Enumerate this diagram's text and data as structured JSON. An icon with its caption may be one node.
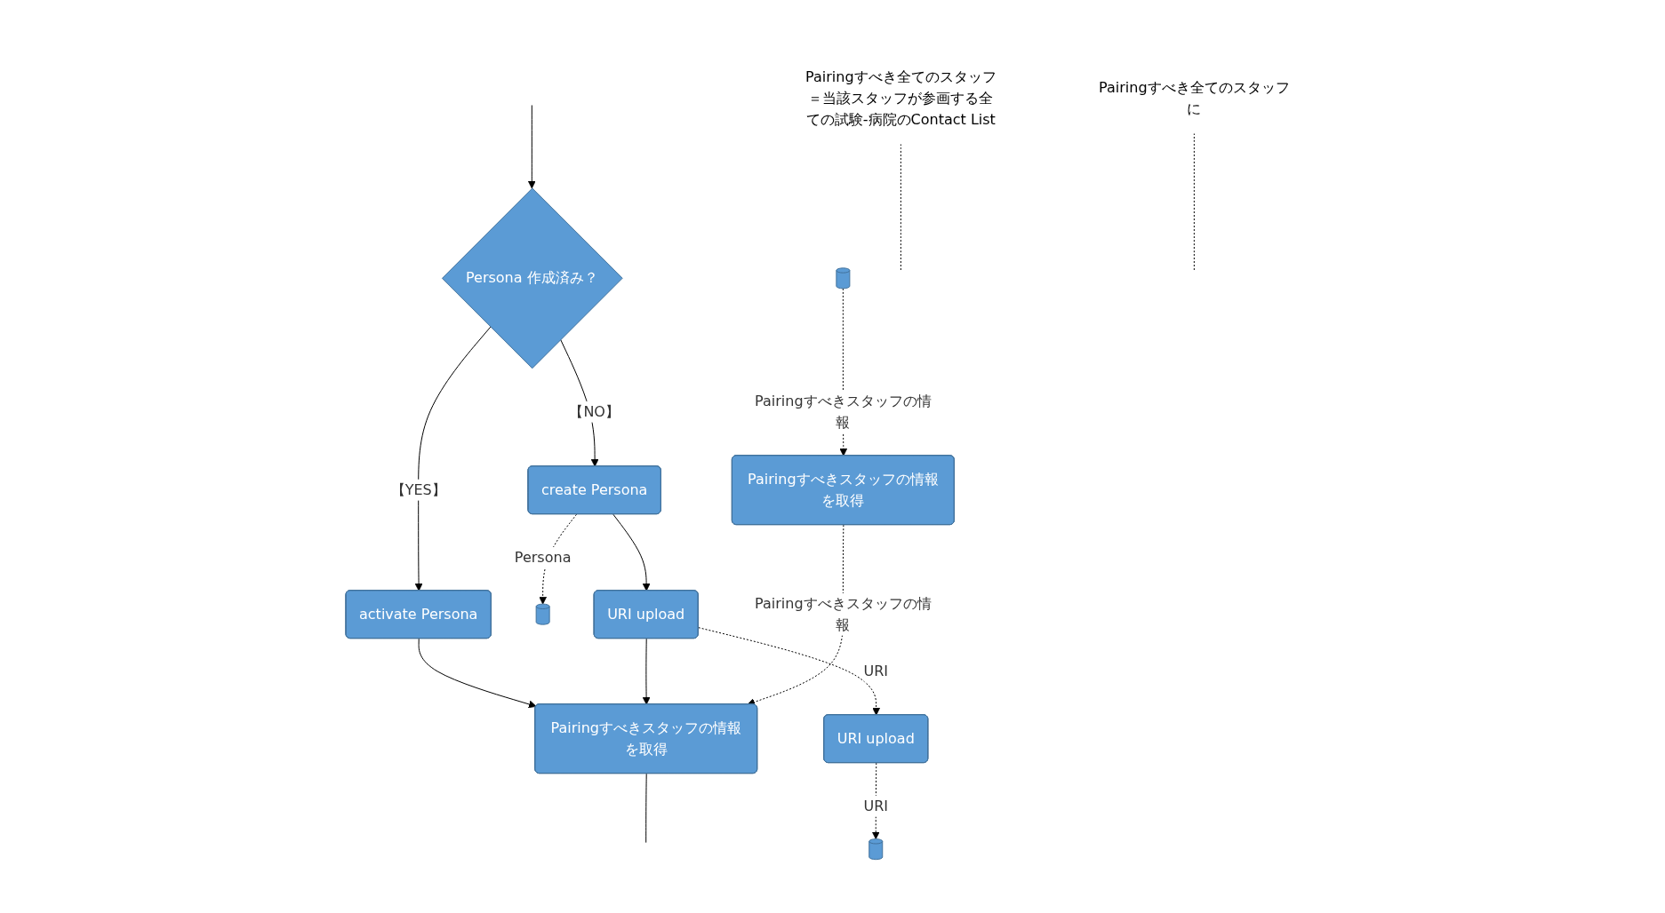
{
  "diagram": {
    "nodes": [
      {
        "text": [
          "Persona 作成済み？"
        ]
      },
      {
        "text": [
          "activate Persona"
        ]
      },
      {
        "text": [
          "create Persona"
        ]
      },
      {
        "text": [],
        "shape": "cylinder"
      },
      {
        "text": [
          "URI upload"
        ]
      },
      {
        "text": [
          "URI upload"
        ]
      },
      {
        "text": [],
        "shape": "cylinder"
      },
      {
        "text": [
          "Pairingすべきスタッフの情報を取得"
        ]
      },
      {
        "text": [
          "Pairingすべき全てのスタッフ＝当該スタッフが参画する全ての試験-病院のContact List"
        ]
      },
      {
        "text": [
          "Pairingすべきスタッフの情報を取得"
        ]
      },
      {
        "text": [],
        "shape": "cylinder"
      },
      {
        "text": [
          "Pairingすべき全てのスタッフに"
        ]
      }
    ],
    "edges": [
      {
        "from": null,
        "to": 0,
        "arrow": "to"
      },
      {
        "from": 0,
        "to": 1,
        "arrow": "to",
        "label": "【YES】"
      },
      {
        "from": 0,
        "to": 2,
        "arrow": "to",
        "label": "【NO】"
      },
      {
        "from": 2,
        "to": 3,
        "arrow": "to",
        "label": "Persona",
        "style": "dashed"
      },
      {
        "from": 2,
        "to": 4,
        "arrow": "to"
      },
      {
        "from": 4,
        "to": 5,
        "arrow": "to",
        "label": "URI",
        "style": "dashed"
      },
      {
        "from": 5,
        "to": 6,
        "arrow": "to",
        "label": "URI",
        "style": "dashed"
      },
      {
        "from": 1,
        "to": 7,
        "arrow": "to"
      },
      {
        "from": 4,
        "to": 7,
        "arrow": "to"
      },
      {
        "from": 9,
        "to": 7,
        "arrow": "to",
        "label": "Pairingすべきスタッフの情報",
        "style": "dashed"
      },
      {
        "from": 10,
        "to": 9,
        "arrow": "to",
        "label": "Pairingすべきスタッフの情報",
        "style": "dashed"
      },
      {
        "from": 7,
        "to": null,
        "arrow": "none"
      },
      {
        "from": 8,
        "to": null,
        "arrow": "none",
        "style": "dashed"
      },
      {
        "from": 11,
        "to": null,
        "arrow": "none",
        "style": "dashed"
      }
    ]
  }
}
